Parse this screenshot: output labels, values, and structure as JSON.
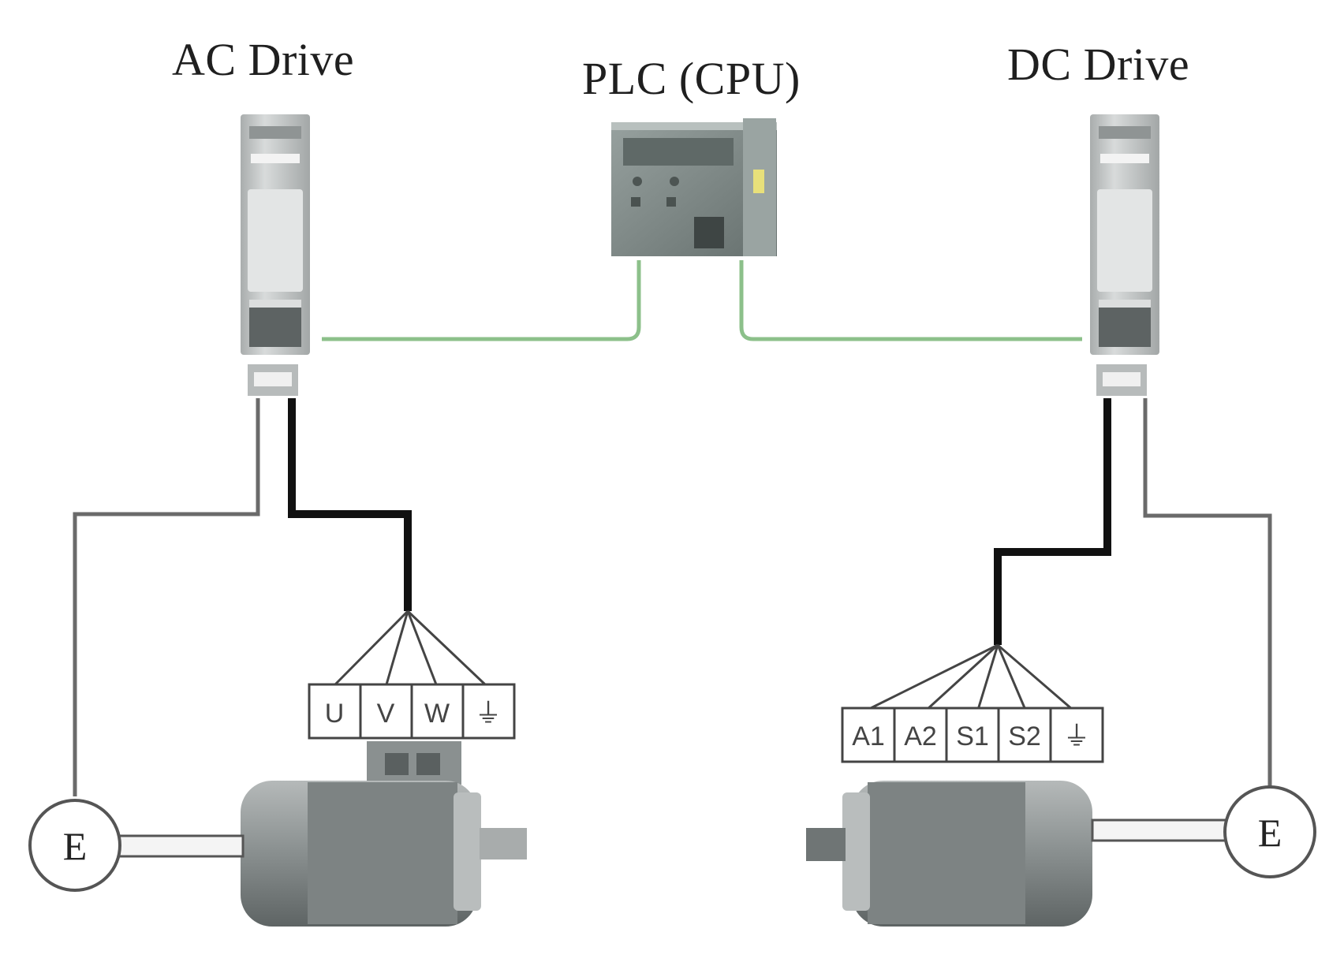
{
  "titles": {
    "ac_drive": "AC Drive",
    "plc": "PLC (CPU)",
    "dc_drive": "DC Drive"
  },
  "ac_motor": {
    "terminals": [
      "U",
      "V",
      "W",
      "⏚"
    ],
    "encoder": "E"
  },
  "dc_motor": {
    "terminals": [
      "A1",
      "A2",
      "S1",
      "S2",
      "⏚"
    ],
    "encoder": "E"
  },
  "colors": {
    "network": "#8cc08a",
    "power_cable": "#111111",
    "feedback_cable": "#6a6a6a",
    "device_body": "#c9cccc",
    "plc_body": "#7e8886"
  }
}
